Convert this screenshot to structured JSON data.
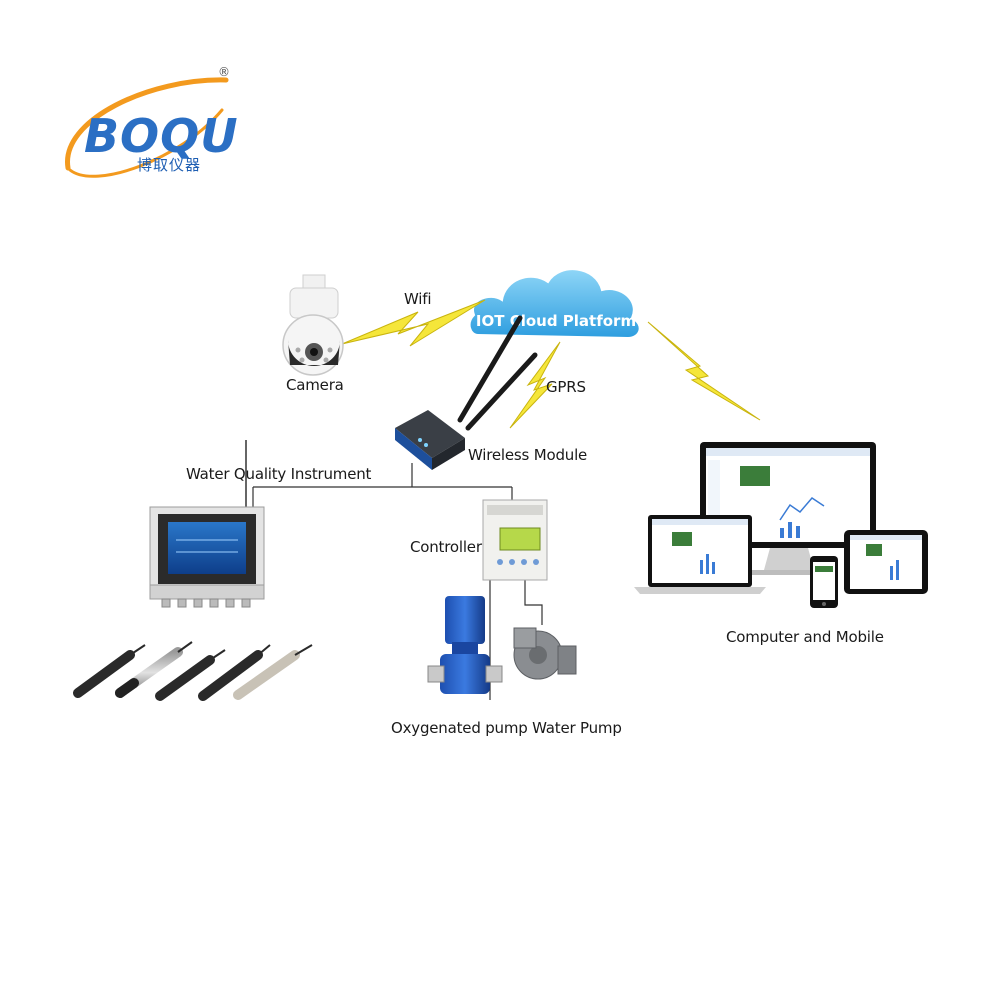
{
  "logo": {
    "brand": "BOQU",
    "subtitle": "博取仪器",
    "mark": "®"
  },
  "cloud": {
    "label": "IOT Cloud Platform"
  },
  "links": {
    "wifi": "Wifi",
    "gprs": "GPRS"
  },
  "nodes": {
    "camera": "Camera",
    "wireless_module": "Wireless Module",
    "water_quality_instrument": "Water Quality Instrument",
    "controller": "Controller",
    "pumps": "Oxygenated pump Water Pump",
    "computer_mobile": "Computer and Mobile"
  },
  "colors": {
    "brand_blue": "#2b6fc4",
    "orange": "#f39a1e",
    "bolt": "#f5e63a",
    "cloud": "#4fb6ec"
  },
  "icons": [
    "camera-icon",
    "router-icon",
    "instrument-icon",
    "controller-icon",
    "pump-icon",
    "blower-icon",
    "sensor-probe-icon",
    "monitor-icon",
    "laptop-icon",
    "tablet-icon",
    "phone-icon",
    "lightning-icon",
    "cloud-icon"
  ]
}
